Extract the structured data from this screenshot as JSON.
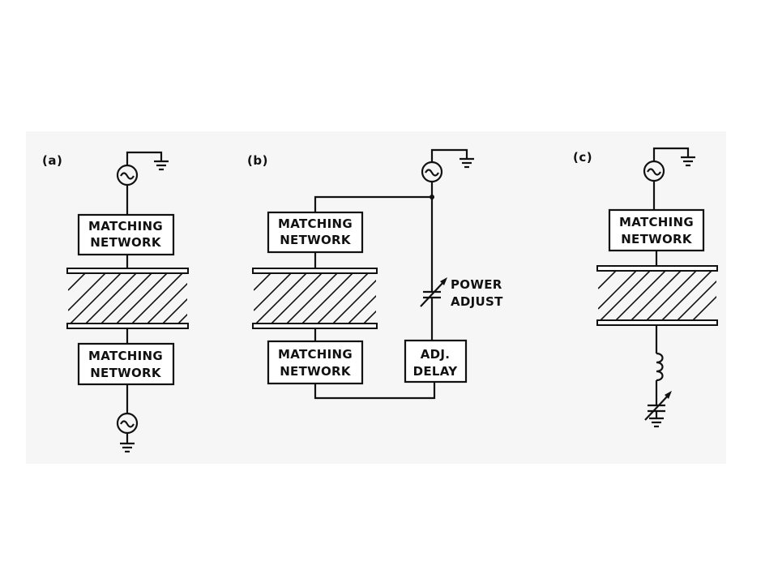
{
  "panels": [
    {
      "label": "(a)",
      "top_box": [
        "MATCHING",
        "NETWORK"
      ],
      "bottom_box": [
        "MATCHING",
        "NETWORK"
      ]
    },
    {
      "label": "(b)",
      "top_box": [
        "MATCHING",
        "NETWORK"
      ],
      "bottom_box": [
        "MATCHING",
        "NETWORK"
      ],
      "capacitor_label": [
        "POWER",
        "ADJUST"
      ],
      "delay_box": [
        "ADJ.",
        "DELAY"
      ]
    },
    {
      "label": "(c)",
      "top_box": [
        "MATCHING",
        "NETWORK"
      ]
    }
  ],
  "colors": {
    "ink": "#111111",
    "paper": "#ffffff",
    "scan_background": "#f4f4f4"
  },
  "icons": [
    "rf-source-icon",
    "ground-icon",
    "variable-capacitor-icon",
    "inductor-icon"
  ]
}
